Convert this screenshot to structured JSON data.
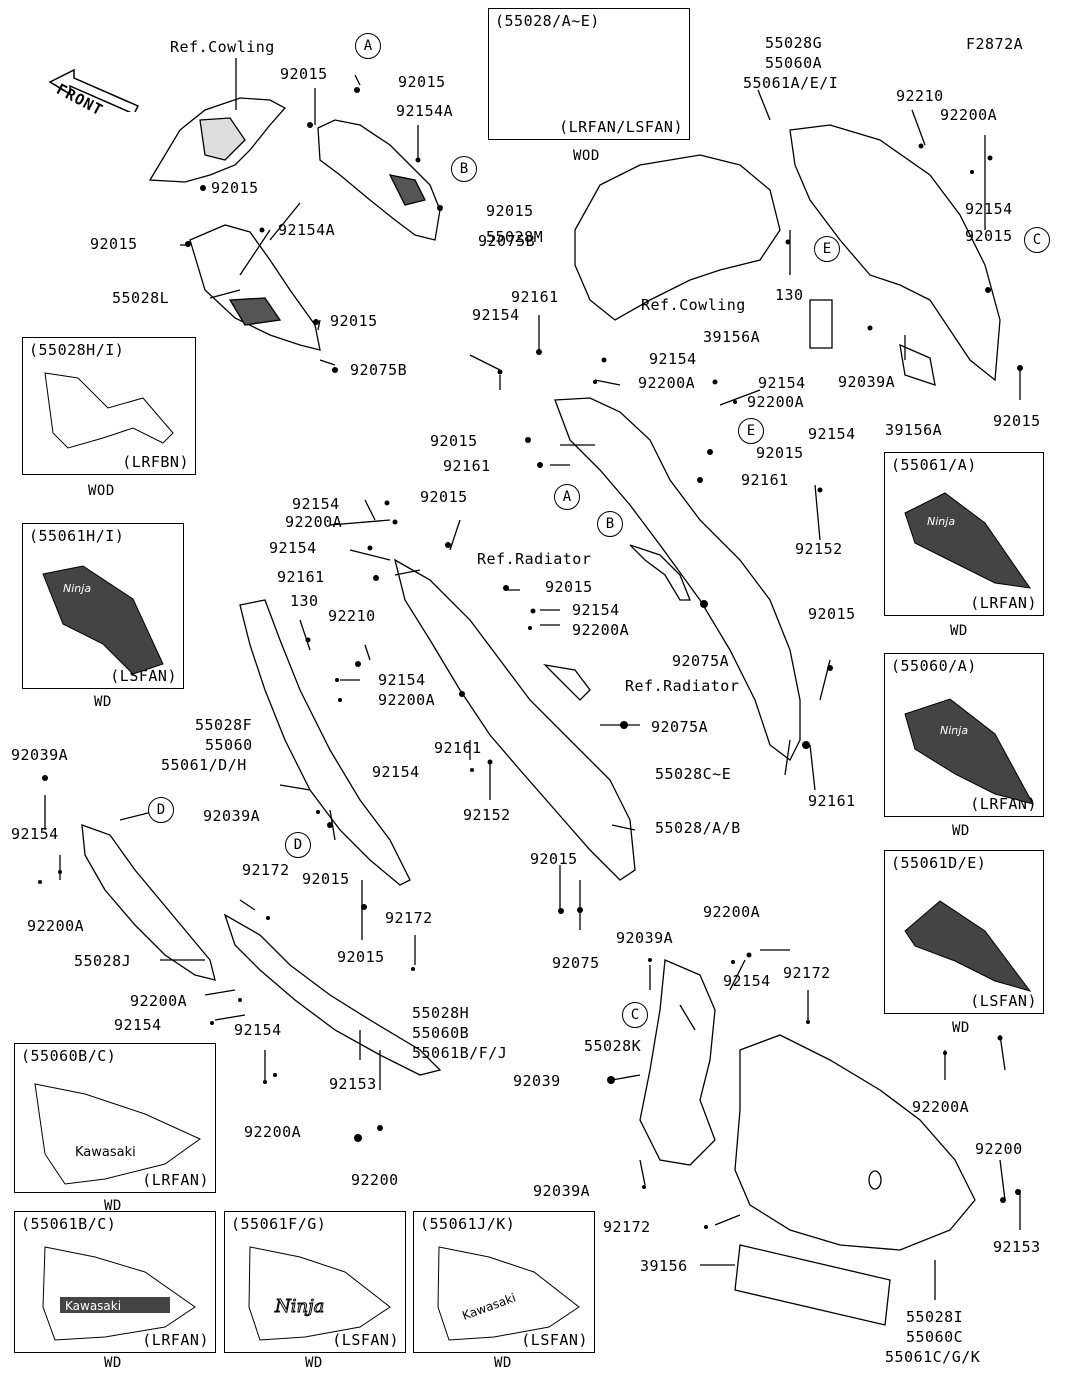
{
  "figure_code": "F2872A",
  "front_arrow": "FRONT",
  "boxes": [
    {
      "title": "(55028/A~E)",
      "variant": "(LRFAN/LSFAN)",
      "caption": "WOD"
    },
    {
      "title": "(55028H/I)",
      "variant": "(LRFBN)",
      "caption": "WOD"
    },
    {
      "title": "(55061H/I)",
      "variant": "(LSFAN)",
      "caption": "WD"
    },
    {
      "title": "(55061/A)",
      "variant": "(LRFAN)",
      "caption": "WD"
    },
    {
      "title": "(55060/A)",
      "variant": "(LRFAN)",
      "caption": "WD"
    },
    {
      "title": "(55061D/E)",
      "variant": "(LSFAN)",
      "caption": "WD"
    },
    {
      "title": "(55060B/C)",
      "variant": "(LRFAN)",
      "caption": "WD"
    },
    {
      "title": "(55061B/C)",
      "variant": "(LRFAN)",
      "caption": "WD"
    },
    {
      "title": "(55061F/G)",
      "variant": "(LSFAN)",
      "caption": "WD"
    },
    {
      "title": "(55061J/K)",
      "variant": "(LSFAN)",
      "caption": "WD"
    }
  ],
  "callouts": [
    "A",
    "B",
    "A",
    "B",
    "E",
    "E",
    "C",
    "C",
    "D",
    "D"
  ],
  "labels": [
    "Ref.Cowling",
    "92015",
    "92015",
    "92154A",
    "92015",
    "92015",
    "55028M",
    "92075B",
    "92015",
    "92154A",
    "55028L",
    "92015",
    "92075B",
    "55028G",
    "55060A",
    "55061A/E/I",
    "92210",
    "92200A",
    "92154",
    "92015",
    "130",
    "Ref.Cowling",
    "39156A",
    "92039A",
    "39156A",
    "92015",
    "92161",
    "92154",
    "92154",
    "92200A",
    "92154",
    "92200A",
    "92015",
    "92161",
    "92154",
    "92015",
    "92161",
    "92152",
    "92154",
    "92200A",
    "92015",
    "92154",
    "92161",
    "Ref.Radiator",
    "92015",
    "92154",
    "92200A",
    "92075A",
    "130",
    "92210",
    "92154",
    "92200A",
    "Ref.Radiator",
    "92015",
    "55028F",
    "55060",
    "55061/D/H",
    "92161",
    "92075A",
    "92154",
    "92152",
    "55028C~E",
    "92161",
    "92039A",
    "92039A",
    "92154",
    "92015",
    "92172",
    "92015",
    "55028/A/B",
    "92200A",
    "92015",
    "92172",
    "55028J",
    "92015",
    "92075",
    "92200A",
    "92039A",
    "92200A",
    "92154",
    "92154",
    "92172",
    "92154",
    "55028H",
    "55060B",
    "55061B/F/J",
    "55028K",
    "92200A",
    "92153",
    "92039",
    "92200A",
    "92200",
    "92039A",
    "92200",
    "92172",
    "92153",
    "39156",
    "55028I",
    "55060C",
    "55061C/G/K"
  ],
  "graphics": {
    "ninja": "Ninja",
    "kawasaki": "Kawasaki",
    "kawasaki_upper": "KAWASAKI"
  }
}
